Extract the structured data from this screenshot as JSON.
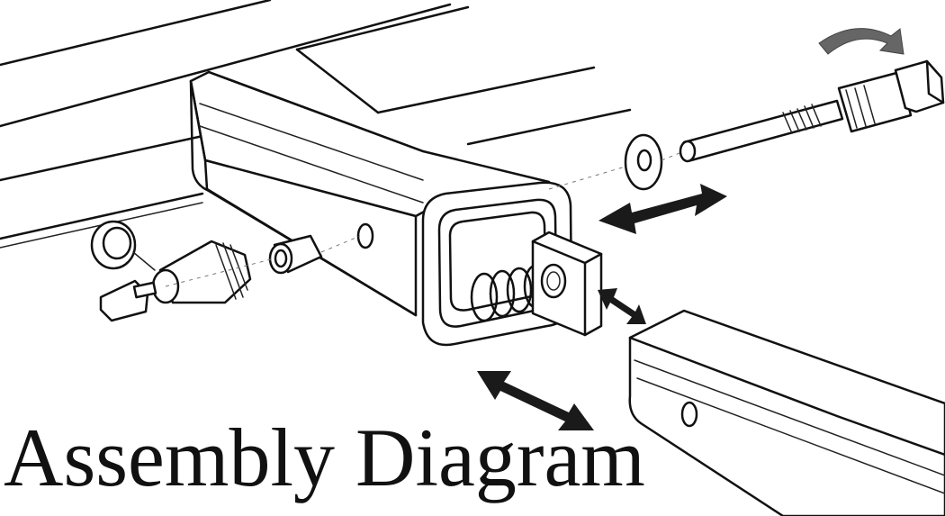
{
  "caption": "Assembly Diagram",
  "colors": {
    "ink": "#111111",
    "paper": "#ffffff",
    "arrow": "#1a1a1a",
    "rotate_arrow": "#666666"
  },
  "parts": [
    {
      "name": "vehicle-frame-rails"
    },
    {
      "name": "receiver-tube"
    },
    {
      "name": "spring"
    },
    {
      "name": "pin-block"
    },
    {
      "name": "threaded-hitch-pin"
    },
    {
      "name": "washer"
    },
    {
      "name": "spacer-sleeve"
    },
    {
      "name": "lock-cap"
    },
    {
      "name": "key-lock"
    },
    {
      "name": "hitch-bar"
    }
  ],
  "icons": [
    "rotate-arrow-icon",
    "double-arrow-icon"
  ]
}
